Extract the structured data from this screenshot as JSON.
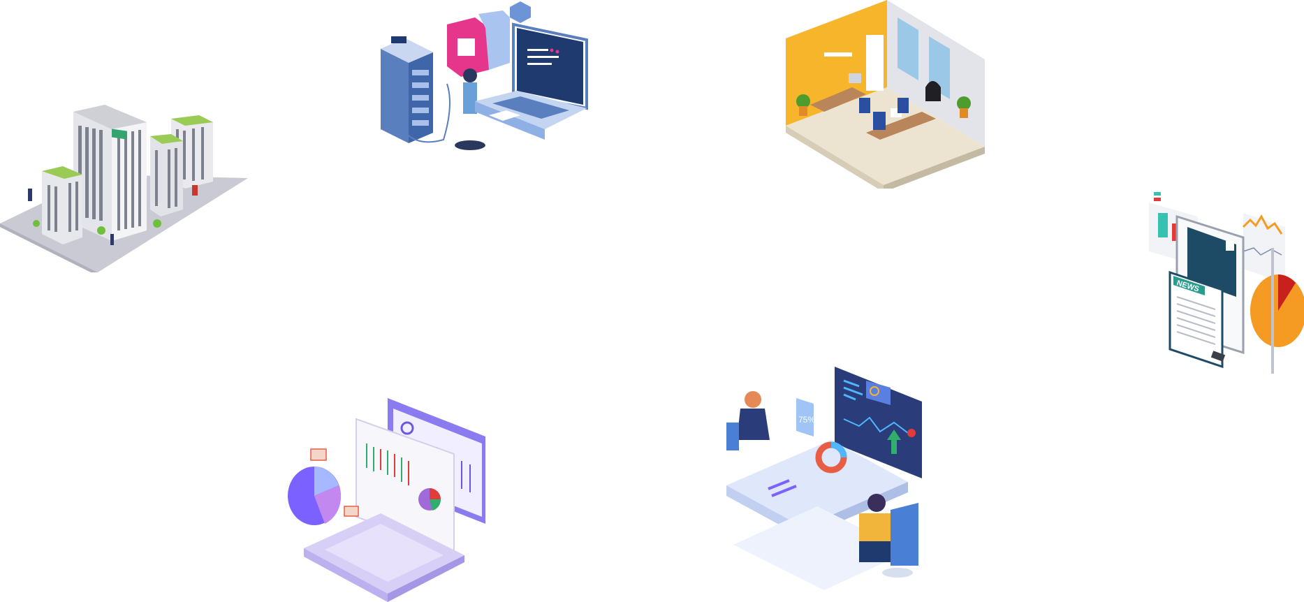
{
  "illustrations": [
    {
      "id": "city",
      "icon": "isometric-city-buildings-icon"
    },
    {
      "id": "server",
      "icon": "server-laptop-technician-icon"
    },
    {
      "id": "office",
      "icon": "isometric-office-room-icon"
    },
    {
      "id": "news",
      "icon": "news-report-charts-icon"
    },
    {
      "id": "analytics",
      "icon": "laptop-analytics-dashboard-icon"
    },
    {
      "id": "meeting",
      "icon": "business-meeting-dashboard-icon"
    }
  ],
  "news": {
    "badge": "NEWS"
  },
  "meeting": {
    "percent": "75%"
  },
  "colors": {
    "server_blue": "#1f3a6e",
    "accent_pink": "#e6368c",
    "office_yellow": "#f7b52c",
    "chart_orange": "#f59a23",
    "violet": "#7b61ff",
    "dashboard_navy": "#2a3d7a"
  }
}
